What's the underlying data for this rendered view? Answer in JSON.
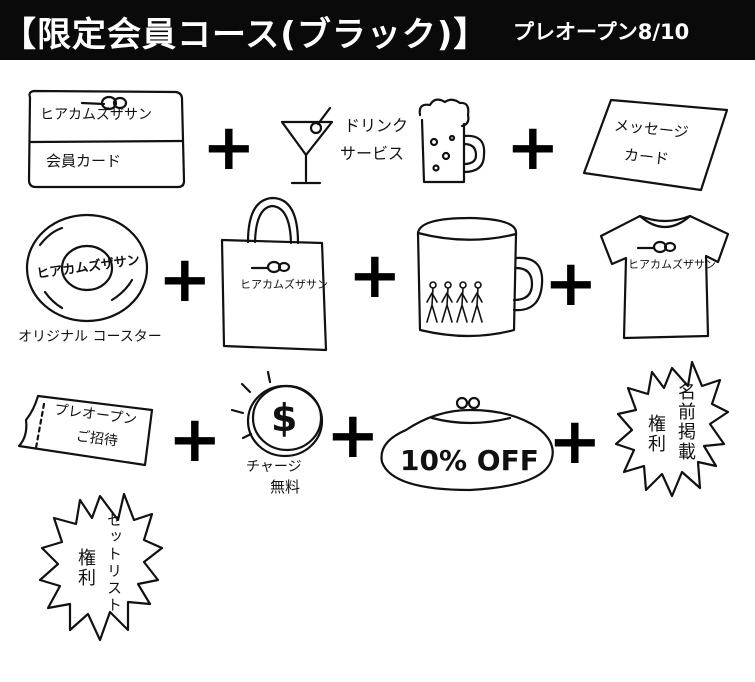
{
  "header": {
    "title": "【限定会員コース(ブラック)】",
    "subtitle": "プレオープン8/10"
  },
  "items": {
    "member_card": {
      "brand": "ヒアカムズザサン",
      "name": "会員カード"
    },
    "drink_service": {
      "line1": "ドリンク",
      "line2": "サービス"
    },
    "message_card": {
      "line1": "メッセージ",
      "line2": "カード"
    },
    "coaster": {
      "brand": "ヒアカムズザサン",
      "name": "オリジナル コースター"
    },
    "tote_bag": {
      "brand": "ヒアカムズザサン"
    },
    "tshirt": {
      "brand": "ヒアカムズザサン"
    },
    "preopen_invite": {
      "line1": "プレオープン",
      "line2": "ご招待"
    },
    "charge_free": {
      "line1": "チャージ",
      "line2": "無料",
      "symbol": "$"
    },
    "discount": {
      "text": "10% OFF"
    },
    "name_listing": {
      "col1": "名前掲載",
      "col2": "権利"
    },
    "setlist_right": {
      "col1": "セットリスト",
      "col2": "権利"
    }
  },
  "plus_sign": "+"
}
